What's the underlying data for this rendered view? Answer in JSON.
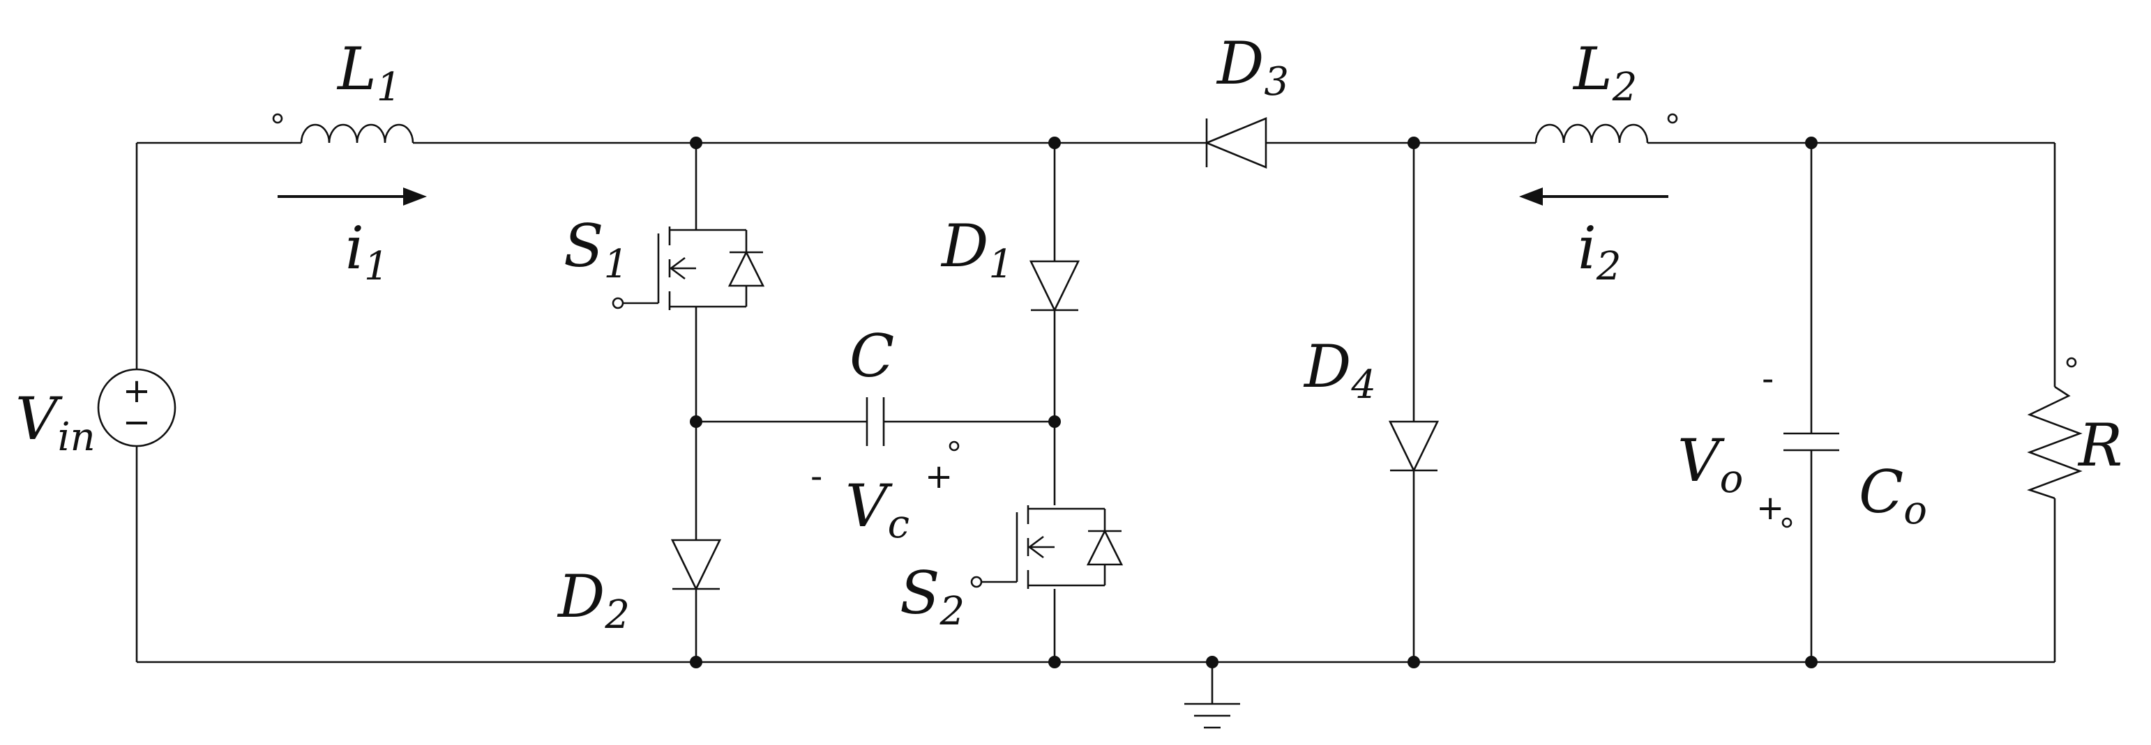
{
  "diagram": {
    "components": [
      {
        "id": "vin",
        "label": "V",
        "sub": "in"
      },
      {
        "id": "l1",
        "label": "L",
        "sub": "1"
      },
      {
        "id": "i1",
        "label": "i",
        "sub": "1"
      },
      {
        "id": "s1",
        "label": "S",
        "sub": "1"
      },
      {
        "id": "d1",
        "label": "D",
        "sub": "1"
      },
      {
        "id": "c",
        "label": "C",
        "sub": ""
      },
      {
        "id": "vc",
        "label": "V",
        "sub": "c"
      },
      {
        "id": "d2",
        "label": "D",
        "sub": "2"
      },
      {
        "id": "s2",
        "label": "S",
        "sub": "2"
      },
      {
        "id": "d3",
        "label": "D",
        "sub": "3"
      },
      {
        "id": "d4",
        "label": "D",
        "sub": "4"
      },
      {
        "id": "l2",
        "label": "L",
        "sub": "2"
      },
      {
        "id": "i2",
        "label": "i",
        "sub": "2"
      },
      {
        "id": "vo",
        "label": "V",
        "sub": "o"
      },
      {
        "id": "co",
        "label": "C",
        "sub": "o"
      },
      {
        "id": "r",
        "label": "R",
        "sub": ""
      }
    ],
    "polarity": {
      "vc_minus": "-",
      "vc_plus": "+",
      "vo_minus": "-",
      "vo_plus": "+",
      "source_plus": "+",
      "source_minus": "−"
    }
  }
}
